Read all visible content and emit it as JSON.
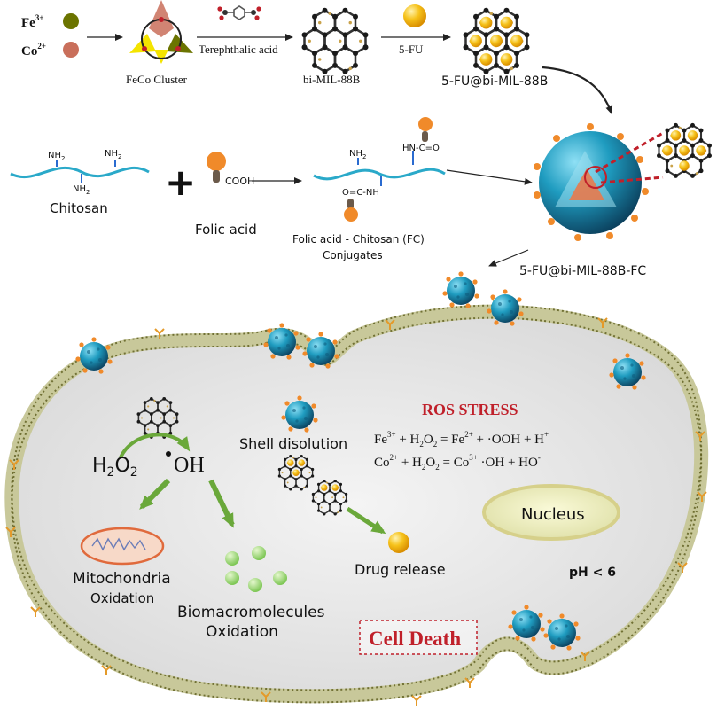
{
  "synthesis": {
    "fe_label": "Fe",
    "fe_charge": "3+",
    "co_label": "Co",
    "co_charge": "2+",
    "cluster_label": "FeCo Cluster",
    "linker_label": "Terephthalic acid",
    "mof_label": "bi-MIL-88B",
    "drug_label": "5-FU",
    "loaded_label": "5-FU@bi-MIL-88B"
  },
  "coating": {
    "chitosan_label": "Chitosan",
    "folic_label": "Folic acid",
    "nh2": "NH",
    "nh2_sub": "2",
    "cooh": "COOH",
    "conj_nh_c_o": "HN-C=O",
    "conj_o_c_nh": "O=C-NH",
    "conj_label_1": "Folic acid - Chitosan (FC)",
    "conj_label_2": "Conjugates",
    "final_label": "5-FU@bi-MIL-88B-FC"
  },
  "cell": {
    "h2o2": "H",
    "h2o2_sub1": "2",
    "h2o2_o": "O",
    "h2o2_sub2": "2",
    "radical": "OH",
    "shell_label": "Shell disolution",
    "ros_title": "ROS STRESS",
    "eq1": {
      "p1": "Fe",
      "p1_sup": "3+",
      "p2": " + H",
      "p2_sub": "2",
      "p3": "O",
      "p3_sub": "2",
      "p4": " = Fe",
      "p4_sup": "2+",
      "p5": " + ·OOH + H",
      "p5_sup": "+"
    },
    "eq2": {
      "p1": "Co",
      "p1_sup": "2+",
      "p2": " + H",
      "p2_sub": "2",
      "p3": "O",
      "p3_sub": "2",
      "p4": " = Co",
      "p4_sup": "3+",
      "p5": " ·OH + HO",
      "p5_sup": "-"
    },
    "nucleus_label": "Nucleus",
    "mito_label_1": "Mitochondria",
    "mito_label_2": "Oxidation",
    "drug_release_label": "Drug release",
    "ph_label": "pH < 6",
    "bio_label_1": "Biomacromolecules",
    "bio_label_2": "Oxidation",
    "death_label": "Cell Death"
  },
  "colors": {
    "fe": "#6b7400",
    "co": "#c96f5b",
    "nanoparticle": "#1f8fb3",
    "folate_orange": "#f08a2a",
    "gold": "#f4b400",
    "chitosan": "#2aa9c9",
    "title_red": "#c0202a",
    "green_arrow": "#6aa83a",
    "membrane": "#5a5a1a"
  }
}
